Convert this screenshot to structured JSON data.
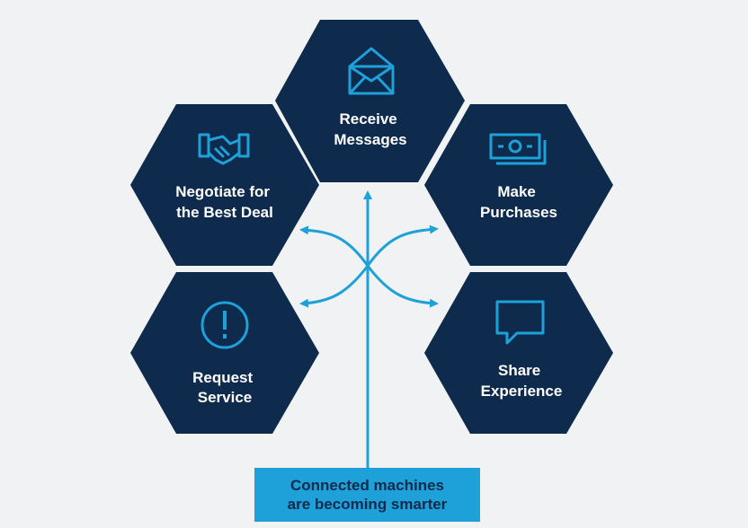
{
  "colors": {
    "background": "#f1f2f4",
    "hexagon": "#0e2a4d",
    "accent": "#1ea0d8",
    "label_text": "#ffffff",
    "caption_text": "#0e2a4d"
  },
  "hexagons": {
    "receive": {
      "line1": "Receive",
      "line2": "Messages",
      "icon": "envelope-icon"
    },
    "negotiate": {
      "line1": "Negotiate for",
      "line2": "the Best Deal",
      "icon": "handshake-icon"
    },
    "purchase": {
      "line1": "Make",
      "line2": "Purchases",
      "icon": "money-icon"
    },
    "service": {
      "line1": "Request",
      "line2": "Service",
      "icon": "alert-icon"
    },
    "share": {
      "line1": "Share",
      "line2": "Experience",
      "icon": "speech-bubble-icon"
    }
  },
  "caption": {
    "line1": "Connected machines",
    "line2": "are becoming smarter"
  }
}
